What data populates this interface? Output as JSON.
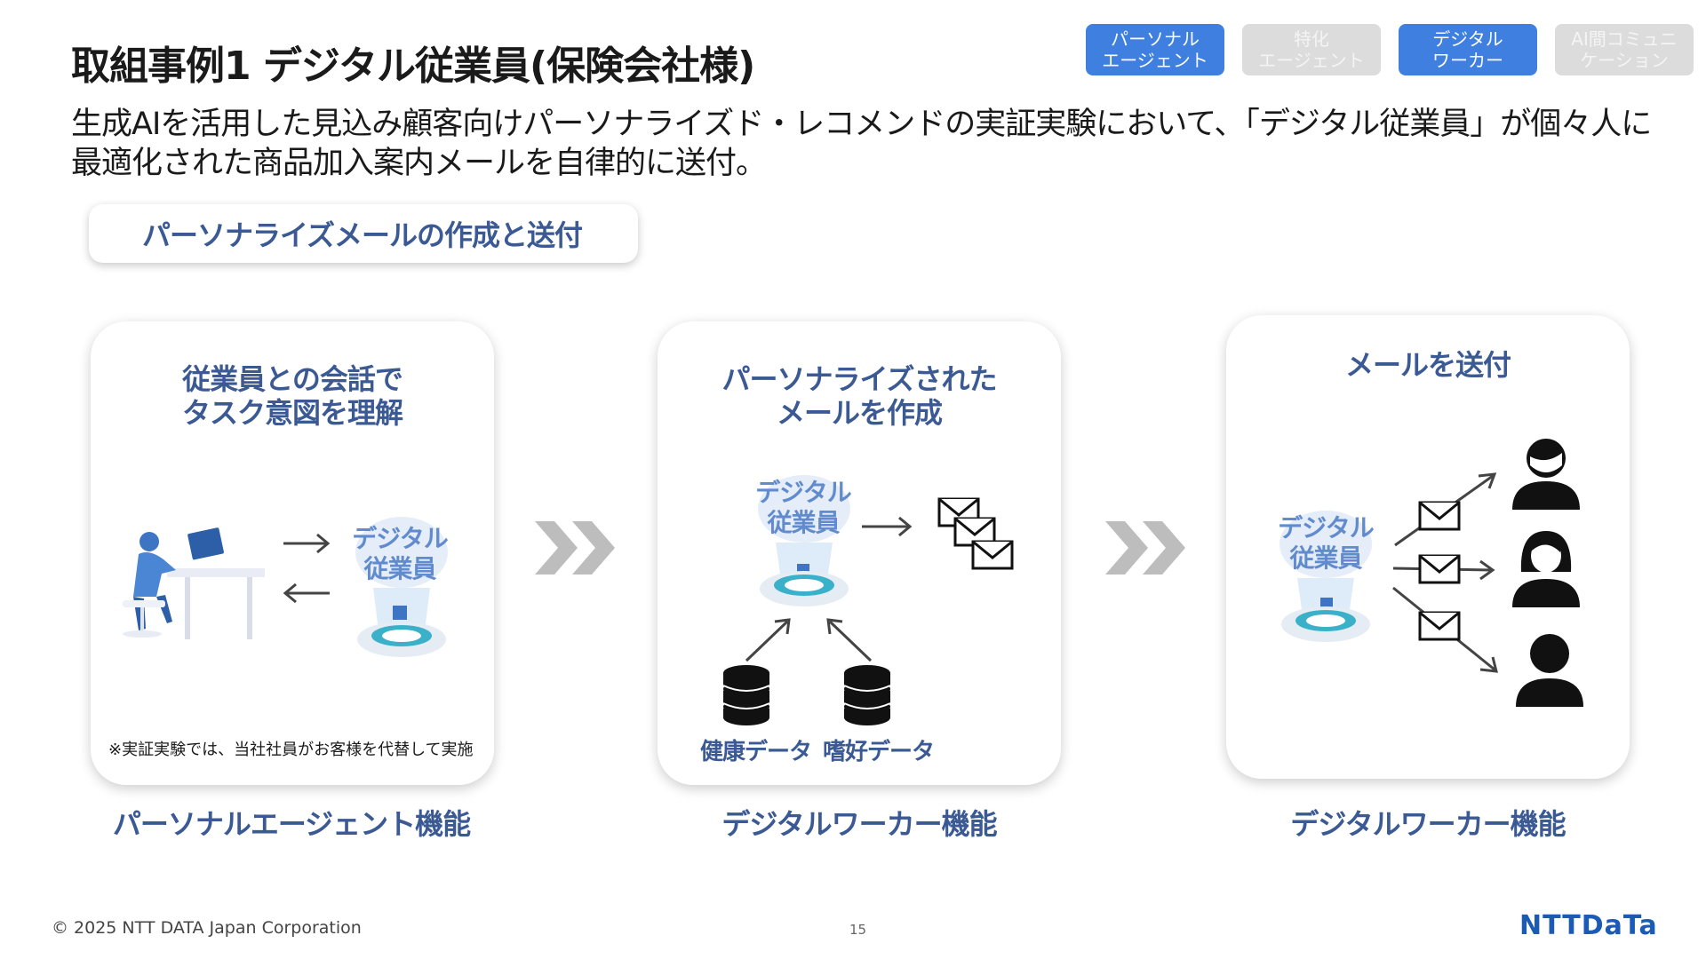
{
  "title": "取組事例1 デジタル従業員(保険会社様)",
  "tags": [
    {
      "line1": "パーソナル",
      "line2": "エージェント",
      "active": true
    },
    {
      "line1": "特化",
      "line2": "エージェント",
      "active": false
    },
    {
      "line1": "デジタル",
      "line2": "ワーカー",
      "active": true
    },
    {
      "line1": "AI間コミュニ",
      "line2": "ケーション",
      "active": false
    }
  ],
  "lead": "生成AIを活用した見込み顧客向けパーソナライズド・レコメンドの実証実験において、「デジタル従業員」が個々人に最適化された商品加入案内メールを自律的に送付。",
  "section_label": "パーソナライズメールの作成と送付",
  "cards": [
    {
      "title_line1": "従業員との会話で",
      "title_line2": "タスク意図を理解",
      "bot_line1": "デジタル",
      "bot_line2": "従業員",
      "note": "※実証実験では、当社社員がお客様を代替して実施",
      "caption": "パーソナルエージェント機能"
    },
    {
      "title_line1": "パーソナライズされた",
      "title_line2": "メールを作成",
      "bot_line1": "デジタル",
      "bot_line2": "従業員",
      "db1_label": "健康データ",
      "db2_label": "嗜好データ",
      "caption": "デジタルワーカー機能"
    },
    {
      "title_line1": "メールを送付",
      "bot_line1": "デジタル",
      "bot_line2": "従業員",
      "caption": "デジタルワーカー機能"
    }
  ],
  "footer": "© 2025 NTT DATA Japan Corporation",
  "page_number": "15",
  "logo": "NTTDaTa",
  "colors": {
    "accent_blue": "#3f7fe0",
    "heading_navy": "#3b5a94",
    "tag_inactive": "#dcdcdc",
    "logo_blue": "#1b5bb5",
    "icon_dark": "#111827"
  },
  "icons": [
    "person-at-desk-icon",
    "robot-hologram-icon",
    "mail-stack-icon",
    "database-icon",
    "chevron-double-right-icon",
    "man-avatar-icon",
    "woman-avatar-icon",
    "person-avatar-icon"
  ]
}
